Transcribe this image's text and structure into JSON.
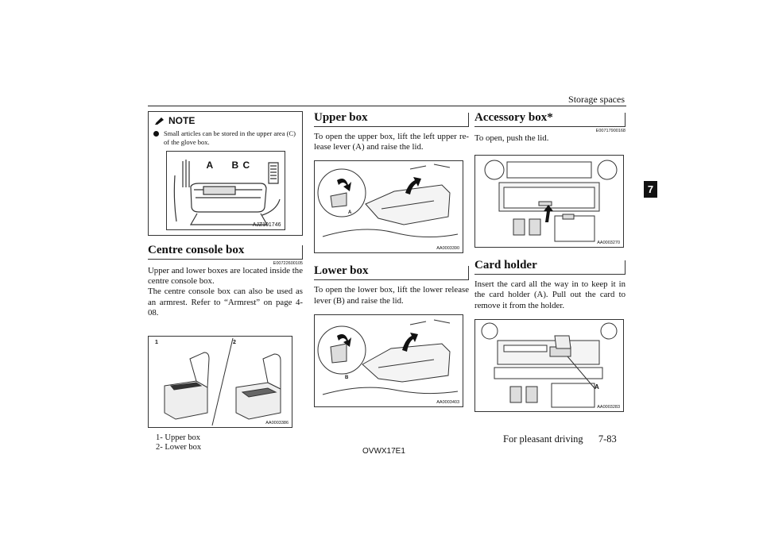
{
  "header": {
    "section_title": "Storage spaces",
    "chapter_tab": "7"
  },
  "col1": {
    "note_label": "NOTE",
    "note_text": "Small articles can be stored in the upper area (C) of the glove box.",
    "glove_fig": {
      "labels": [
        "A",
        "B",
        "C"
      ],
      "code": "AJZ101746"
    },
    "centre_heading": "Centre console box",
    "centre_code": "E00722600105",
    "centre_text1": "Upper and lower boxes are located inside the centre console box.",
    "centre_text2": "The centre console box can also be used as an armrest. Refer to “Armrest” on page 4-08.",
    "console_fig": {
      "labels": [
        "1",
        "2"
      ],
      "code": "AA0003386"
    },
    "legend": [
      "1- Upper box",
      "2- Lower box"
    ]
  },
  "col2": {
    "upper_heading": "Upper box",
    "upper_text": "To open the upper box, lift the left upper re-lease lever (A) and raise the lid.",
    "upper_fig": {
      "label": "A",
      "code": "AA0003390"
    },
    "lower_heading": "Lower box",
    "lower_text": "To open the lower box, lift the lower release lever (B) and raise the lid.",
    "lower_fig": {
      "label": "B",
      "code": "AA0003403"
    }
  },
  "col3": {
    "accessory_heading": "Accessory box*",
    "accessory_code": "E00717900168",
    "accessory_text": "To open, push the lid.",
    "accessory_fig": {
      "code": "AA0003270"
    },
    "card_heading": "Card holder",
    "card_text": "Insert the card all the way in to keep it in the card holder (A). Pull out the card to remove it from the holder.",
    "card_fig": {
      "label": "A",
      "code": "AA0003283"
    }
  },
  "footer": {
    "doc_code": "OVWX17E1",
    "section": "For pleasant driving",
    "page": "7-83"
  }
}
